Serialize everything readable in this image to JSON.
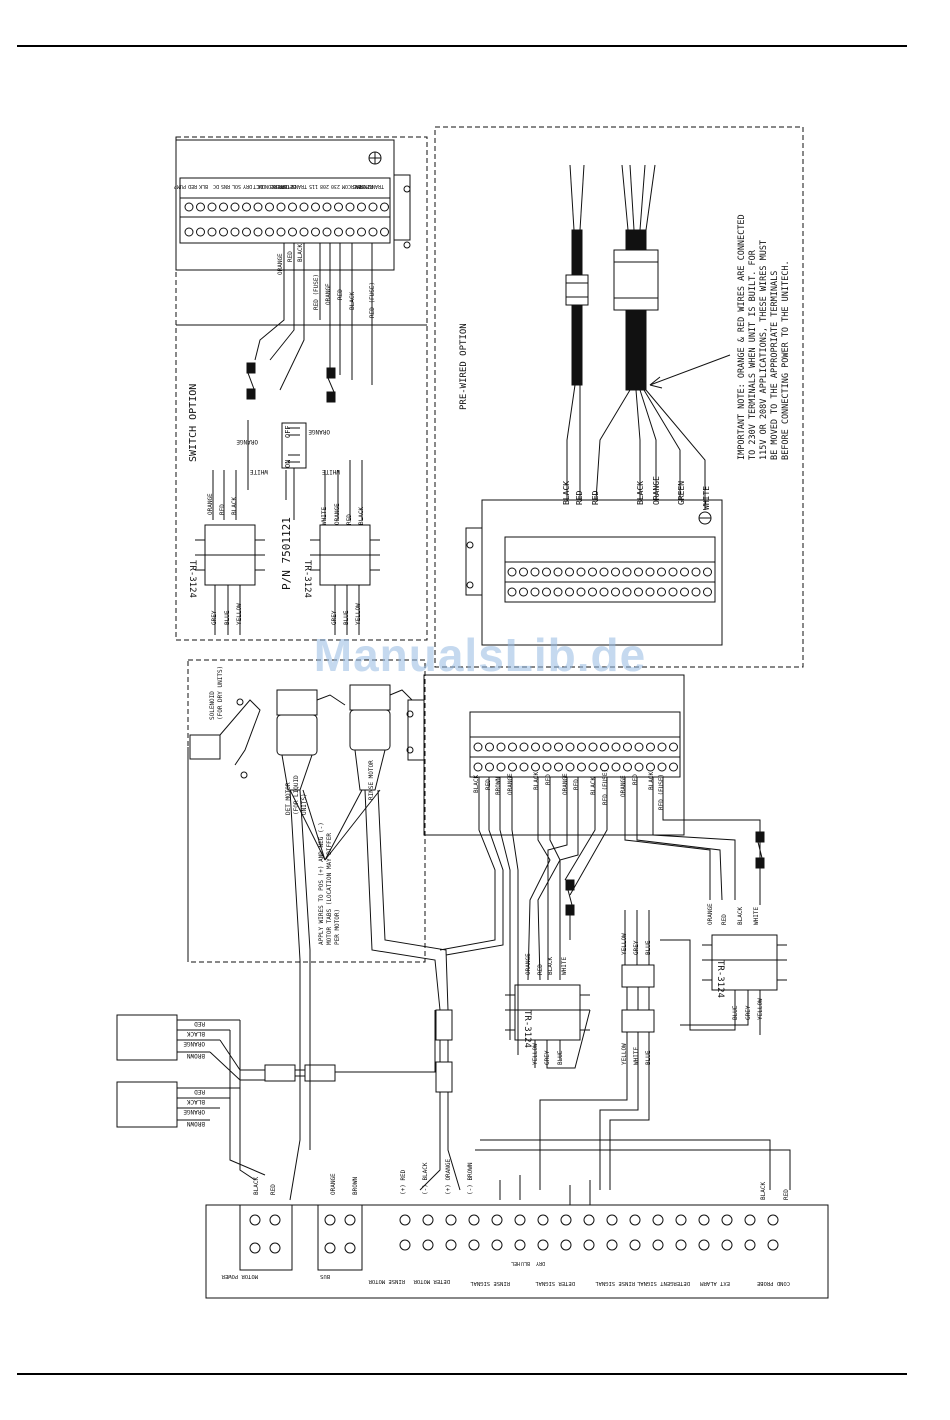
{
  "watermark": "ManualsLib.de",
  "switch_option": {
    "title": "SWITCH OPTION",
    "part_number": "P/N 7501121",
    "switch_labels": [
      "OFF",
      "ON"
    ],
    "transformers": [
      {
        "label": "TR-3124",
        "primary": [
          "ORANGE",
          "RED",
          "BLACK"
        ],
        "secondary": [
          "GREY",
          "BLUE",
          "YELLOW"
        ]
      },
      {
        "label": "TR-3124",
        "primary": [
          "WHITE",
          "ORANGE",
          "RED",
          "BLACK"
        ],
        "secondary": [
          "GREY",
          "BLUE",
          "YELLOW"
        ]
      }
    ],
    "switch_wires": [
      "ORANGE",
      "WHITE",
      "ORANGE",
      "WHITE"
    ],
    "terminal_wires": [
      "ORANGE",
      "RED",
      "BLACK",
      "RED (FUSE)",
      "ORANGE",
      "RED",
      "BLACK",
      "RED (FUSE)"
    ]
  },
  "prewired_option": {
    "title": "PRE-WIRED OPTION",
    "cable_wires": [
      "BLACK",
      "RED",
      "RED",
      "BLACK",
      "ORANGE",
      "GREEN",
      "WHITE"
    ],
    "note": [
      "IMPORTANT NOTE: ORANGE & RED WIRES ARE CONNECTED",
      "TO 230V TERMINALS WHEN UNIT IS BUILT. FOR",
      "115V OR 208V APPLICATIONS, THESE WIRES MUST",
      "BE MOVED TO THE APPROPRIATE TERMINALS",
      "BEFORE CONNECTING POWER TO THE UNITECH."
    ]
  },
  "terminal_block": {
    "top_labels": [
      "PUMP",
      "RED",
      "BLK",
      "DC",
      "RNS",
      "SOL",
      "DRY",
      "DC",
      "CONDUCT",
      "PROBE",
      "DETER",
      "TRANSFORMER",
      "115",
      "208",
      "230",
      "COM",
      "VAC",
      "RINSE",
      "TRANSFORMER"
    ]
  },
  "main": {
    "solenoid": [
      "SOLENOID",
      "(FOR DRY UNITS)"
    ],
    "det_motor": [
      "DET MOTOR",
      "(FOR LIQUID",
      "UNITS)"
    ],
    "rinse_motor": "RINSE MOTOR",
    "apply_note": [
      "APPLY WIRES TO POS (+) AND NEG (-)",
      "MOTOR TABS (LOCATION MAY DIFFER",
      "PER MOTOR)"
    ],
    "block_wires": [
      "BLACK",
      "RED",
      "BROWN",
      "ORANGE",
      "BLACK",
      "RED",
      "ORANGE",
      "RED",
      "BLACK",
      "RED (FUSE)",
      "ORANGE",
      "RED",
      "BLACK",
      "RED (FUSE)"
    ],
    "transformer_left": {
      "label": "TR-3124",
      "primary": [
        "ORANGE",
        "RED",
        "BLACK",
        "WHITE"
      ],
      "secondary": [
        "YELLOW",
        "GREY",
        "BLUE"
      ]
    },
    "transformer_right": {
      "label": "TR-3124",
      "primary": [
        "ORANGE",
        "RED",
        "BLACK",
        "WHITE"
      ],
      "secondary": [
        "BLUE",
        "GREY",
        "YELLOW"
      ]
    },
    "connector_wires": [
      "YELLOW",
      "GREY",
      "BLUE"
    ],
    "connector_wires_2": [
      "YELLOW",
      "WHITE",
      "BLUE"
    ],
    "pump_connector_1": [
      "RED",
      "BLACK",
      "ORANGE",
      "BROWN"
    ],
    "pump_connector_2": [
      "RED",
      "BLACK",
      "ORANGE",
      "BROWN"
    ],
    "bottom_wires": [
      "BLACK",
      "RED",
      "ORANGE",
      "BROWN",
      "(+) RED",
      "(-) BLACK",
      "(+) ORANGE",
      "(-) BROWN",
      "BLACK",
      "RED"
    ],
    "bottom_terminals": [
      "MOTOR POWER",
      "BUS",
      "RINSE MOTOR",
      "DETER MOTOR",
      "RINSE SIGNAL",
      "DETER SIGNAL",
      "RINSE SIGNAL",
      "DETERGENT SIGNAL",
      "EXT ALARM",
      "COND PROBE"
    ],
    "signal_sub_labels": [
      "HEL",
      "BLU",
      "DRY"
    ]
  }
}
